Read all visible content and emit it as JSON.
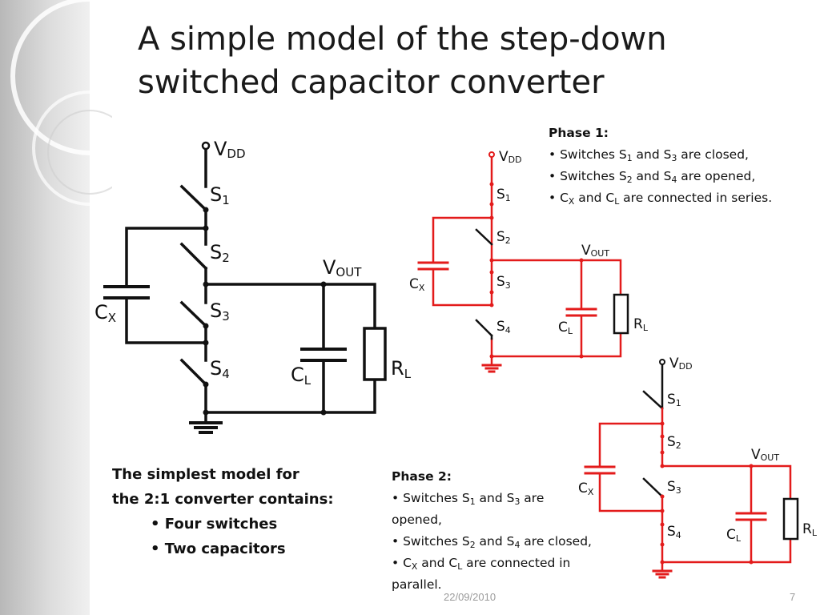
{
  "title": {
    "line1": "A simple model of the step-down",
    "line2": "switched capacitor converter"
  },
  "phase1": {
    "heading": "Phase 1:",
    "bullets": [
      {
        "pre": "• Switches S",
        "s1": "1",
        "mid": " and S",
        "s2": "3",
        "post": " are closed,"
      },
      {
        "pre": "• Switches S",
        "s1": "2",
        "mid": " and S",
        "s2": "4",
        "post": " are opened,"
      },
      {
        "pre": "• C",
        "s1": "X",
        "mid": " and C",
        "s2": "L",
        "post": " are connected in series."
      }
    ]
  },
  "phase2": {
    "heading": "Phase 2:",
    "b1": {
      "pre": "• Switches S",
      "s1": "1",
      "mid": " and S",
      "s2": "3",
      "post": " are",
      "post2": "opened,"
    },
    "b2": {
      "pre": "• Switches S",
      "s1": "2",
      "mid": " and S",
      "s2": "4",
      "post": " are closed,"
    },
    "b3": {
      "pre": "• C",
      "s1": "X",
      "mid": " and C",
      "s2": "L",
      "post": " are connected in",
      "post2": "parallel."
    }
  },
  "summary": {
    "line1": "The simplest model for",
    "line2": "the 2:1 converter contains:",
    "items": [
      "• Four switches",
      "•  Two capacitors"
    ]
  },
  "circuit_labels": {
    "vdd": {
      "main": "V",
      "sub": "DD"
    },
    "vout": {
      "main": "V",
      "sub": "OUT"
    },
    "s1": {
      "main": "S",
      "sub": "1"
    },
    "s2": {
      "main": "S",
      "sub": "2"
    },
    "s3": {
      "main": "S",
      "sub": "3"
    },
    "s4": {
      "main": "S",
      "sub": "4"
    },
    "cx": {
      "main": "C",
      "sub": "X"
    },
    "cl": {
      "main": "C",
      "sub": "L"
    },
    "rl": {
      "main": "R",
      "sub": "L"
    }
  },
  "colors": {
    "wire": "#111111",
    "active": "#e31b1b"
  },
  "footer": {
    "date": "22/09/2010",
    "page": "7"
  }
}
